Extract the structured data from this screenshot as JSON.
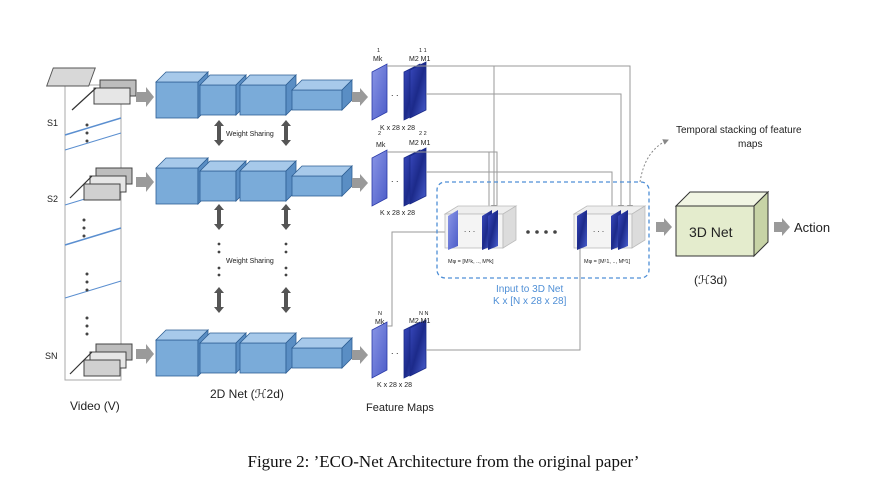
{
  "labels": {
    "s1": "S1",
    "s2": "S2",
    "sn": "SN",
    "video": "Video (V)",
    "net2d": "2D Net (ℋ2d)",
    "feature_maps": "Feature Maps",
    "weight_sharing_1": "Weight Sharing",
    "weight_sharing_2": "Weight Sharing",
    "dim_1": "K x 28 x 28",
    "dim_2": "K x 28 x 28",
    "dim_n": "K x 28 x 28",
    "mk_1": "Mk",
    "m2m1_1": "M2 M1",
    "mk_2": "Mk",
    "m2m1_2": "M2 M1",
    "mk_n": "Mk",
    "m2m1_n": "M2 M1",
    "sup_1": "1",
    "sup_11": "1  1",
    "sup_2": "2",
    "sup_22": "2  2",
    "sup_n": "N",
    "sup_nn": "N  N",
    "m_phi_n": "Mφ = [M¹k, .., Mᴺk]",
    "m_phi_1": "Mφ = [M¹1, .., Mᴺ1]",
    "input_3d_line1": "Input to 3D Net",
    "input_3d_line2": "K x [N x 28 x 28]",
    "temporal_line1": "Temporal stacking of feature",
    "temporal_line2": "maps",
    "net3d": "3D Net",
    "h3d": "(ℋ3d)",
    "action": "Action"
  },
  "caption": "Figure 2: ’ECO-Net Architecture from the original paper’",
  "colors": {
    "cube_face": "#7aabd9",
    "cube_top": "#a7c9ea",
    "cube_side": "#5a8ec4",
    "cube_stroke": "#2e5f94",
    "net3d_front": "#e4eccd",
    "net3d_top": "#f1f5e3",
    "net3d_side": "#c7d3a6",
    "dashed_box": "#4f8fd6",
    "arrow_gray": "#9a9a9a",
    "feature_map": "#2a3aa8"
  }
}
